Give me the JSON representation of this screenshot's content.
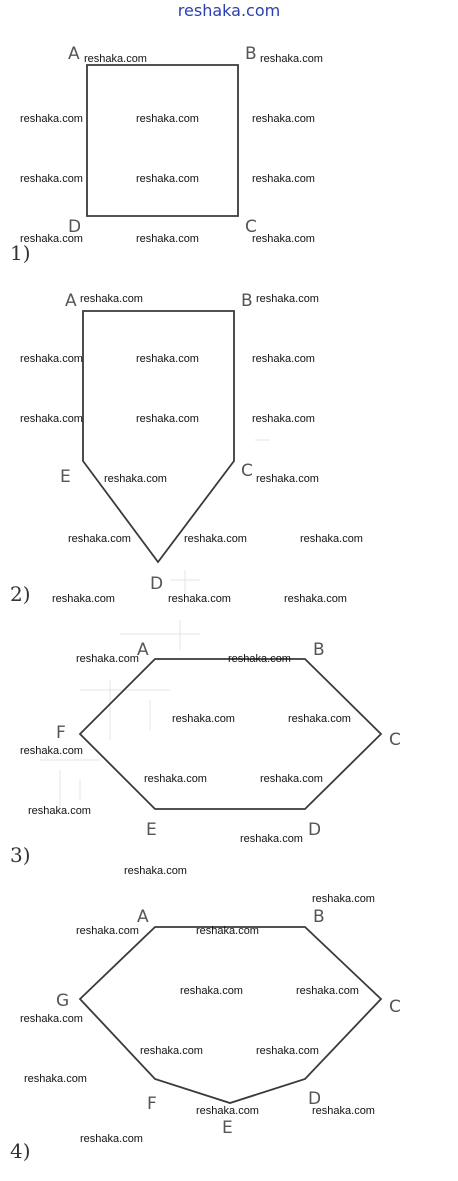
{
  "site": {
    "title": "reshaka.com"
  },
  "watermark": "reshaka.com",
  "figures": [
    {
      "number": "1)",
      "vertices": [
        "A",
        "B",
        "C",
        "D"
      ]
    },
    {
      "number": "2)",
      "vertices": [
        "A",
        "B",
        "C",
        "D",
        "E"
      ]
    },
    {
      "number": "3)",
      "vertices": [
        "A",
        "B",
        "C",
        "D",
        "E",
        "F"
      ]
    },
    {
      "number": "4)",
      "vertices": [
        "A",
        "B",
        "C",
        "D",
        "E",
        "F",
        "G"
      ]
    }
  ]
}
